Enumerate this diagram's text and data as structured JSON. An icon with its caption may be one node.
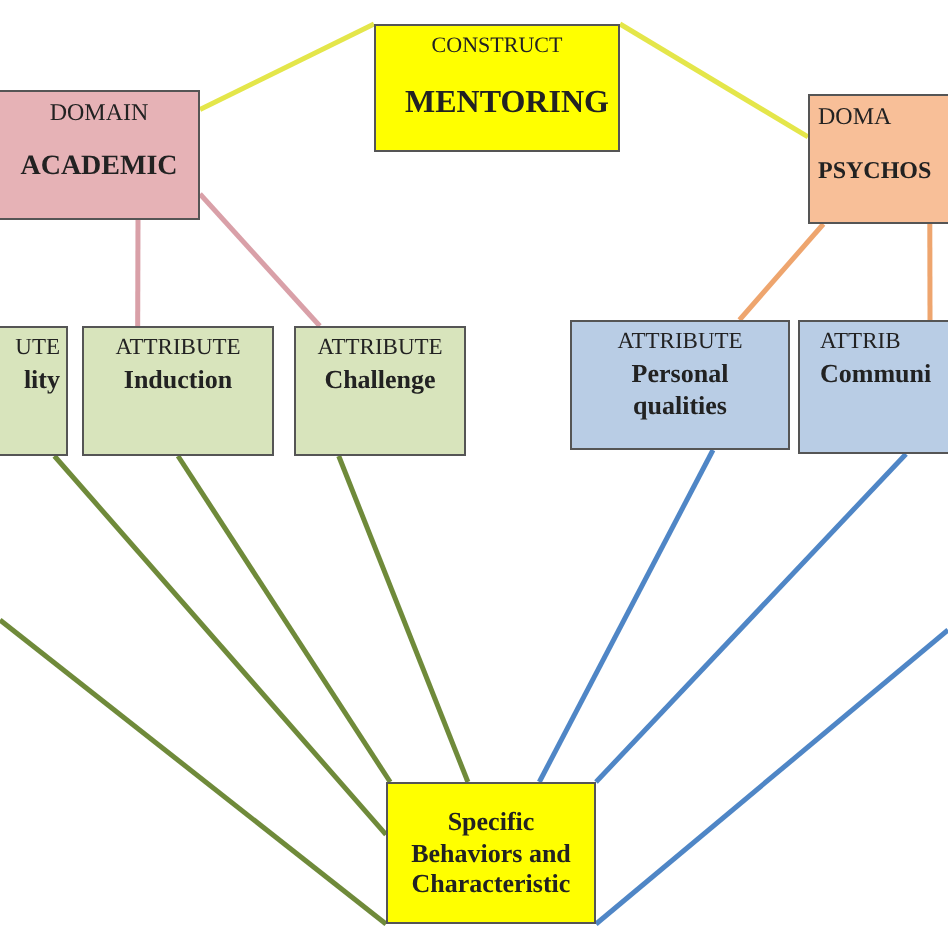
{
  "diagram": {
    "nodes": [
      {
        "text": [
          "CONSTRUCT",
          "MENTORING"
        ]
      },
      {
        "text": [
          "DOMAIN",
          "ACADEMIC"
        ]
      },
      {
        "text": [
          "DOMA",
          "PSYCHOS"
        ]
      },
      {
        "text": [
          "UTE",
          "lity"
        ]
      },
      {
        "text": [
          "ATTRIBUTE",
          "Induction"
        ]
      },
      {
        "text": [
          "ATTRIBUTE",
          "Challenge"
        ]
      },
      {
        "text": [
          "ATTRIBUTE",
          "Personal qualities"
        ]
      },
      {
        "text": [
          "ATTRIB",
          "Communi"
        ]
      },
      {
        "text": [
          "Specific Behaviors and Characteristic"
        ]
      }
    ],
    "edges": [
      {
        "from": 0,
        "to": 1,
        "arrow": "none",
        "color": "#e4e64a"
      },
      {
        "from": 0,
        "to": 2,
        "arrow": "none",
        "color": "#e4e64a"
      },
      {
        "from": 1,
        "to": 4,
        "arrow": "none",
        "color": "#d9a0a8"
      },
      {
        "from": 1,
        "to": 5,
        "arrow": "none",
        "color": "#d9a0a8"
      },
      {
        "from": 2,
        "to": 6,
        "arrow": "none",
        "color": "#eea56e"
      },
      {
        "from": 2,
        "to": 7,
        "arrow": "none",
        "color": "#eea56e"
      },
      {
        "from": 3,
        "to": 8,
        "arrow": "none",
        "color": "#6f8a3a"
      },
      {
        "from": 4,
        "to": 8,
        "arrow": "none",
        "color": "#6f8a3a"
      },
      {
        "from": 5,
        "to": 8,
        "arrow": "none",
        "color": "#6f8a3a"
      },
      {
        "from": null,
        "to": 8,
        "arrow": "none",
        "color": "#6f8a3a"
      },
      {
        "from": 6,
        "to": 8,
        "arrow": "none",
        "color": "#4f86c6"
      },
      {
        "from": 7,
        "to": 8,
        "arrow": "none",
        "color": "#4f86c6"
      },
      {
        "from": null,
        "to": 8,
        "arrow": "none",
        "color": "#4f86c6"
      }
    ]
  }
}
